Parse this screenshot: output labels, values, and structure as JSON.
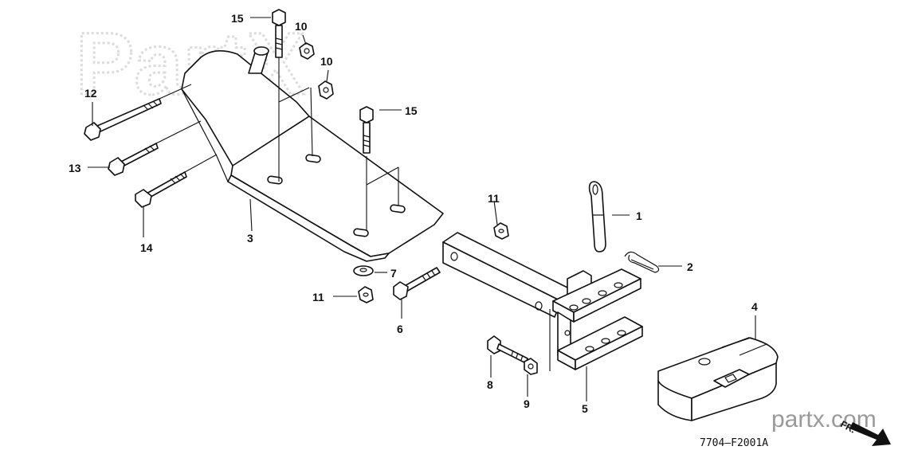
{
  "diagram": {
    "watermark": "PartX",
    "brand": "partx.com",
    "drawing_code": "7704—F2001A",
    "direction_marker": "FR.",
    "callouts": [
      "1",
      "2",
      "3",
      "4",
      "5",
      "6",
      "7",
      "8",
      "9",
      "10",
      "10",
      "11",
      "11",
      "12",
      "13",
      "14",
      "15",
      "15"
    ]
  },
  "colors": {
    "line": "#111111",
    "watermark": "#dcdcdc",
    "brand": "#9a9a9a"
  }
}
